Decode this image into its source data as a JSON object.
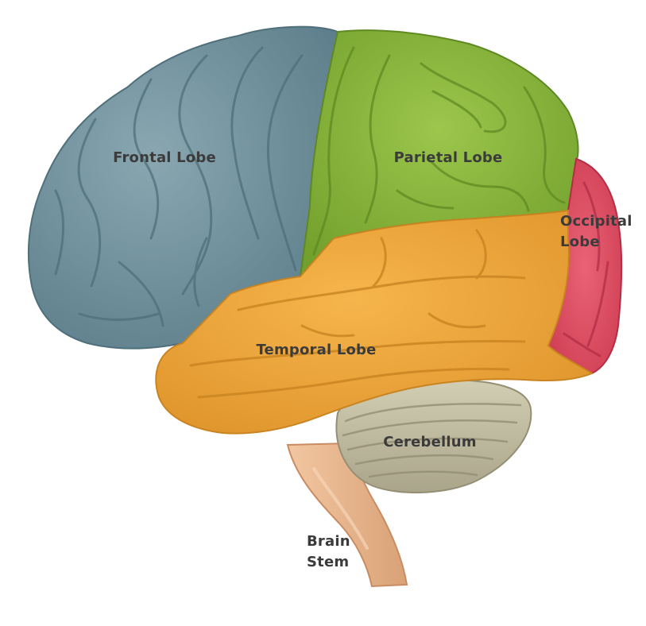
{
  "diagram": {
    "regions": [
      {
        "id": "frontal",
        "lines": [
          "Frontal Lobe"
        ],
        "color": "#6f8f9a",
        "shade": "#4f6f7b"
      },
      {
        "id": "parietal",
        "lines": [
          "Parietal Lobe"
        ],
        "color": "#86b13a",
        "shade": "#5f8a22"
      },
      {
        "id": "occipital",
        "lines": [
          "Occipital",
          "Lobe"
        ],
        "color": "#df4a5e",
        "shade": "#b32e45"
      },
      {
        "id": "temporal",
        "lines": [
          "Temporal Lobe"
        ],
        "color": "#eea73c",
        "shade": "#c98421"
      },
      {
        "id": "cerebellum",
        "lines": [
          "Cerebellum"
        ],
        "color": "#c3bea2",
        "shade": "#948f74"
      },
      {
        "id": "brainstem",
        "lines": [
          "Brain",
          "Stem"
        ],
        "color": "#eab891",
        "shade": "#c98c62"
      }
    ]
  }
}
